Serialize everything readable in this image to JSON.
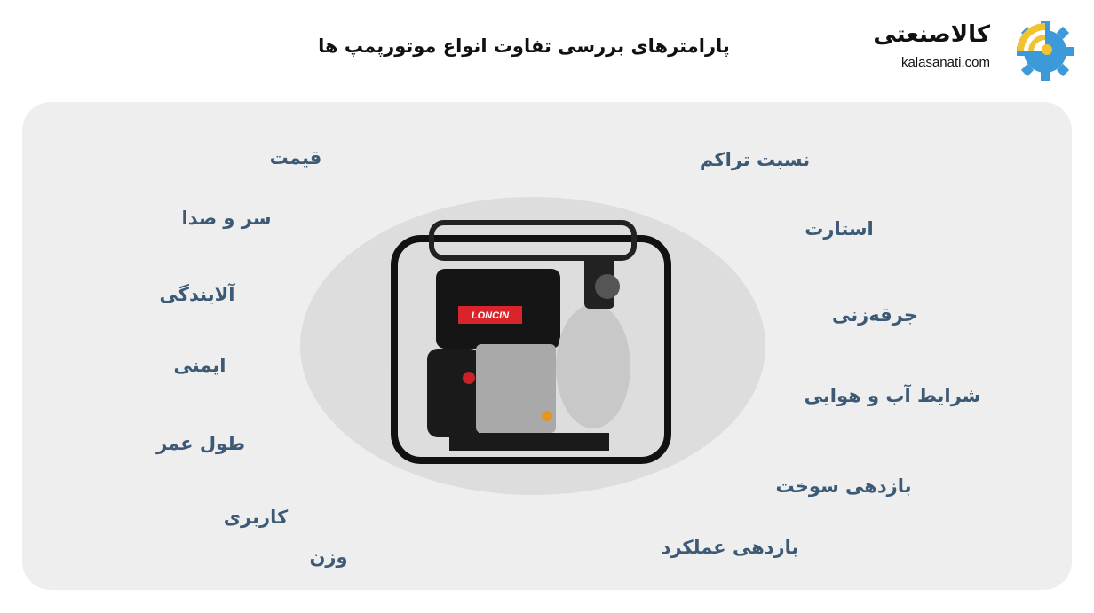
{
  "title": "پارامترهای بررسی تفاوت انواع موتورپمپ ها",
  "logo": {
    "name_fa": "کالاصنعتی",
    "domain": "kalasanati.com",
    "colors": {
      "gear": "#3d9ad8",
      "signal": "#f1c232"
    }
  },
  "label_color": "#3c5a76",
  "right_labels": [
    "نسبت تراکم",
    "استارت",
    "جرقه‌زنی",
    "شرایط آب و هوایی",
    "بازدهی سوخت",
    "بازدهی عملکرد"
  ],
  "left_labels": [
    "قیمت",
    "سر و صدا",
    "آلایندگی",
    "ایمنی",
    "طول عمر",
    "کاربری",
    "وزن"
  ],
  "image": {
    "brand": "LONCIN"
  }
}
